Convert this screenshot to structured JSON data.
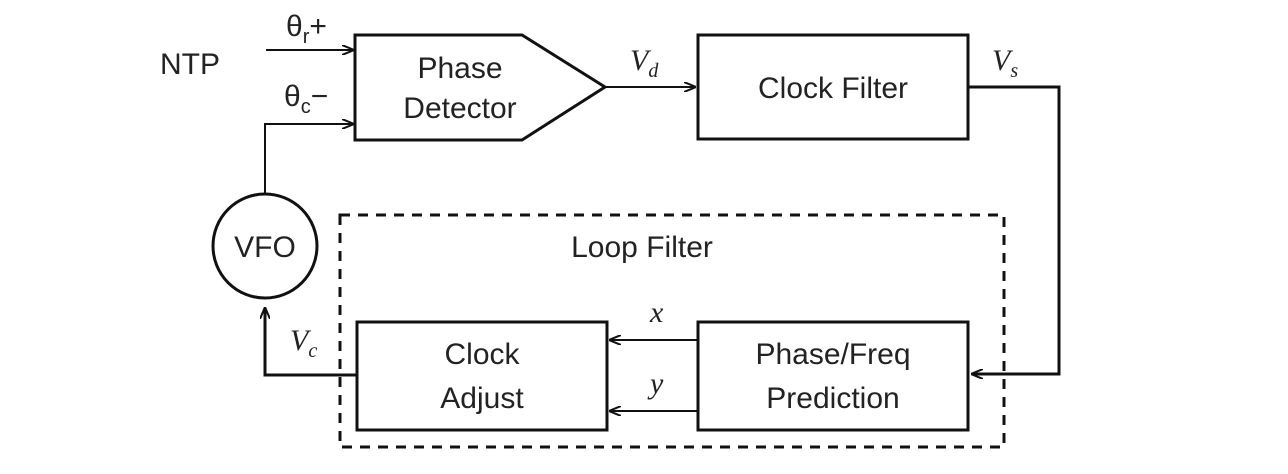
{
  "input": {
    "label": "NTP"
  },
  "signals": {
    "theta_r": {
      "symbol": "θ",
      "sub": "r",
      "sign": "+"
    },
    "theta_c": {
      "symbol": "θ",
      "sub": "c",
      "sign": "−"
    },
    "vd": {
      "symbol": "V",
      "sub": "d"
    },
    "vs": {
      "symbol": "V",
      "sub": "s"
    },
    "vc": {
      "symbol": "V",
      "sub": "c"
    },
    "x": "x",
    "y": "y"
  },
  "blocks": {
    "phase_detector": {
      "line1": "Phase",
      "line2": "Detector"
    },
    "clock_filter": {
      "label": "Clock Filter"
    },
    "vfo": {
      "label": "VFO"
    },
    "loop_filter": {
      "label": "Loop Filter"
    },
    "clock_adjust": {
      "line1": "Clock",
      "line2": "Adjust"
    },
    "prediction": {
      "line1": "Phase/Freq",
      "line2": "Prediction"
    }
  }
}
